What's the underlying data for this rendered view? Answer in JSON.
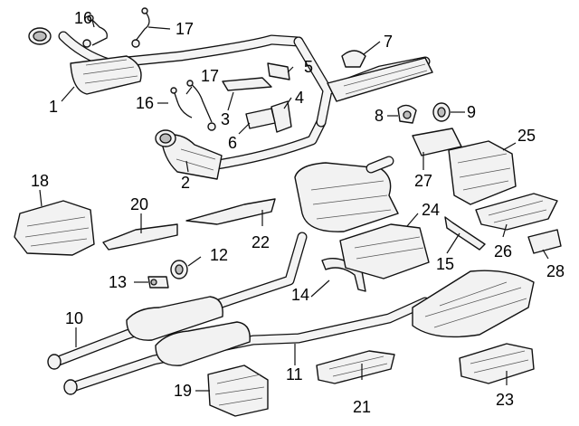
{
  "callouts": [
    {
      "n": "1"
    },
    {
      "n": "2"
    },
    {
      "n": "3"
    },
    {
      "n": "4"
    },
    {
      "n": "5"
    },
    {
      "n": "6"
    },
    {
      "n": "7"
    },
    {
      "n": "8"
    },
    {
      "n": "9"
    },
    {
      "n": "10"
    },
    {
      "n": "11"
    },
    {
      "n": "12"
    },
    {
      "n": "13"
    },
    {
      "n": "14"
    },
    {
      "n": "15"
    },
    {
      "n": "16"
    },
    {
      "n": "16"
    },
    {
      "n": "17"
    },
    {
      "n": "17"
    },
    {
      "n": "18"
    },
    {
      "n": "19"
    },
    {
      "n": "20"
    },
    {
      "n": "21"
    },
    {
      "n": "22"
    },
    {
      "n": "23"
    },
    {
      "n": "24"
    },
    {
      "n": "25"
    },
    {
      "n": "26"
    },
    {
      "n": "27"
    },
    {
      "n": "28"
    }
  ],
  "colors": {
    "line": "#111111",
    "fill": "#f2f2f2",
    "shade": "#bdbdbd",
    "background": "#ffffff"
  }
}
